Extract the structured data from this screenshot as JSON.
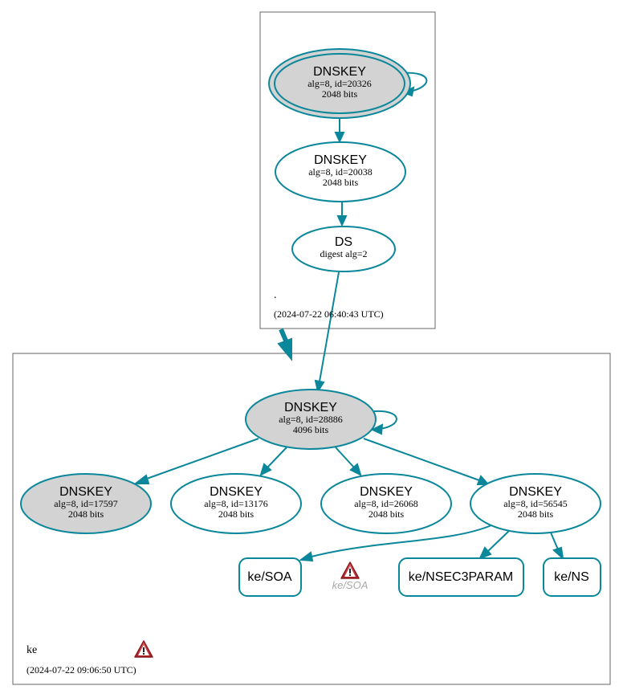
{
  "zones": {
    "root": {
      "name": ".",
      "timestamp": "(2024-07-22 06:40:43 UTC)"
    },
    "ke": {
      "name": "ke",
      "timestamp": "(2024-07-22 09:06:50 UTC)"
    }
  },
  "nodes": {
    "root_ksk": {
      "title": "DNSKEY",
      "line1": "alg=8, id=20326",
      "line2": "2048 bits"
    },
    "root_zsk": {
      "title": "DNSKEY",
      "line1": "alg=8, id=20038",
      "line2": "2048 bits"
    },
    "root_ds": {
      "title": "DS",
      "line1": "digest alg=2"
    },
    "ke_ksk": {
      "title": "DNSKEY",
      "line1": "alg=8, id=28886",
      "line2": "4096 bits"
    },
    "ke_key1": {
      "title": "DNSKEY",
      "line1": "alg=8, id=17597",
      "line2": "2048 bits"
    },
    "ke_key2": {
      "title": "DNSKEY",
      "line1": "alg=8, id=13176",
      "line2": "2048 bits"
    },
    "ke_key3": {
      "title": "DNSKEY",
      "line1": "alg=8, id=26068",
      "line2": "2048 bits"
    },
    "ke_key4": {
      "title": "DNSKEY",
      "line1": "alg=8, id=56545",
      "line2": "2048 bits"
    }
  },
  "records": {
    "soa": "ke/SOA",
    "soa_warning": "ke/SOA",
    "nsec3param": "ke/NSEC3PARAM",
    "ns": "ke/NS"
  },
  "colors": {
    "edge": "#0a879a",
    "grey_fill": "#d3d3d3",
    "warning_red": "#c0272d",
    "warning_label": "#a9a9a9"
  },
  "icons": {
    "warning": "warning-triangle-icon"
  }
}
